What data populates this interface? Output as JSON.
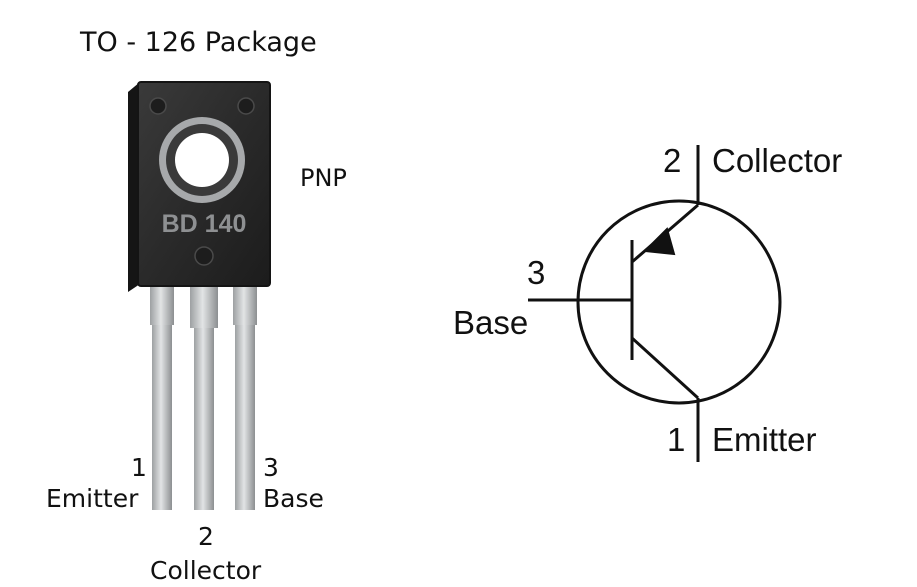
{
  "package": {
    "title": "TO - 126 Package",
    "part_number": "BD 140",
    "type_label": "PNP"
  },
  "pins": [
    {
      "number": "1",
      "name": "Emitter"
    },
    {
      "number": "2",
      "name": "Collector"
    },
    {
      "number": "3",
      "name": "Base"
    }
  ],
  "symbol": {
    "collector": {
      "number": "2",
      "name": "Collector"
    },
    "base": {
      "number": "3",
      "name": "Base"
    },
    "emitter": {
      "number": "1",
      "name": "Emitter"
    }
  },
  "colors": {
    "body": "#2b2b2b",
    "body_edge": "#141414",
    "lead": "#c9cbcc",
    "lead_shadow": "#8f9294",
    "line": "#111111"
  }
}
